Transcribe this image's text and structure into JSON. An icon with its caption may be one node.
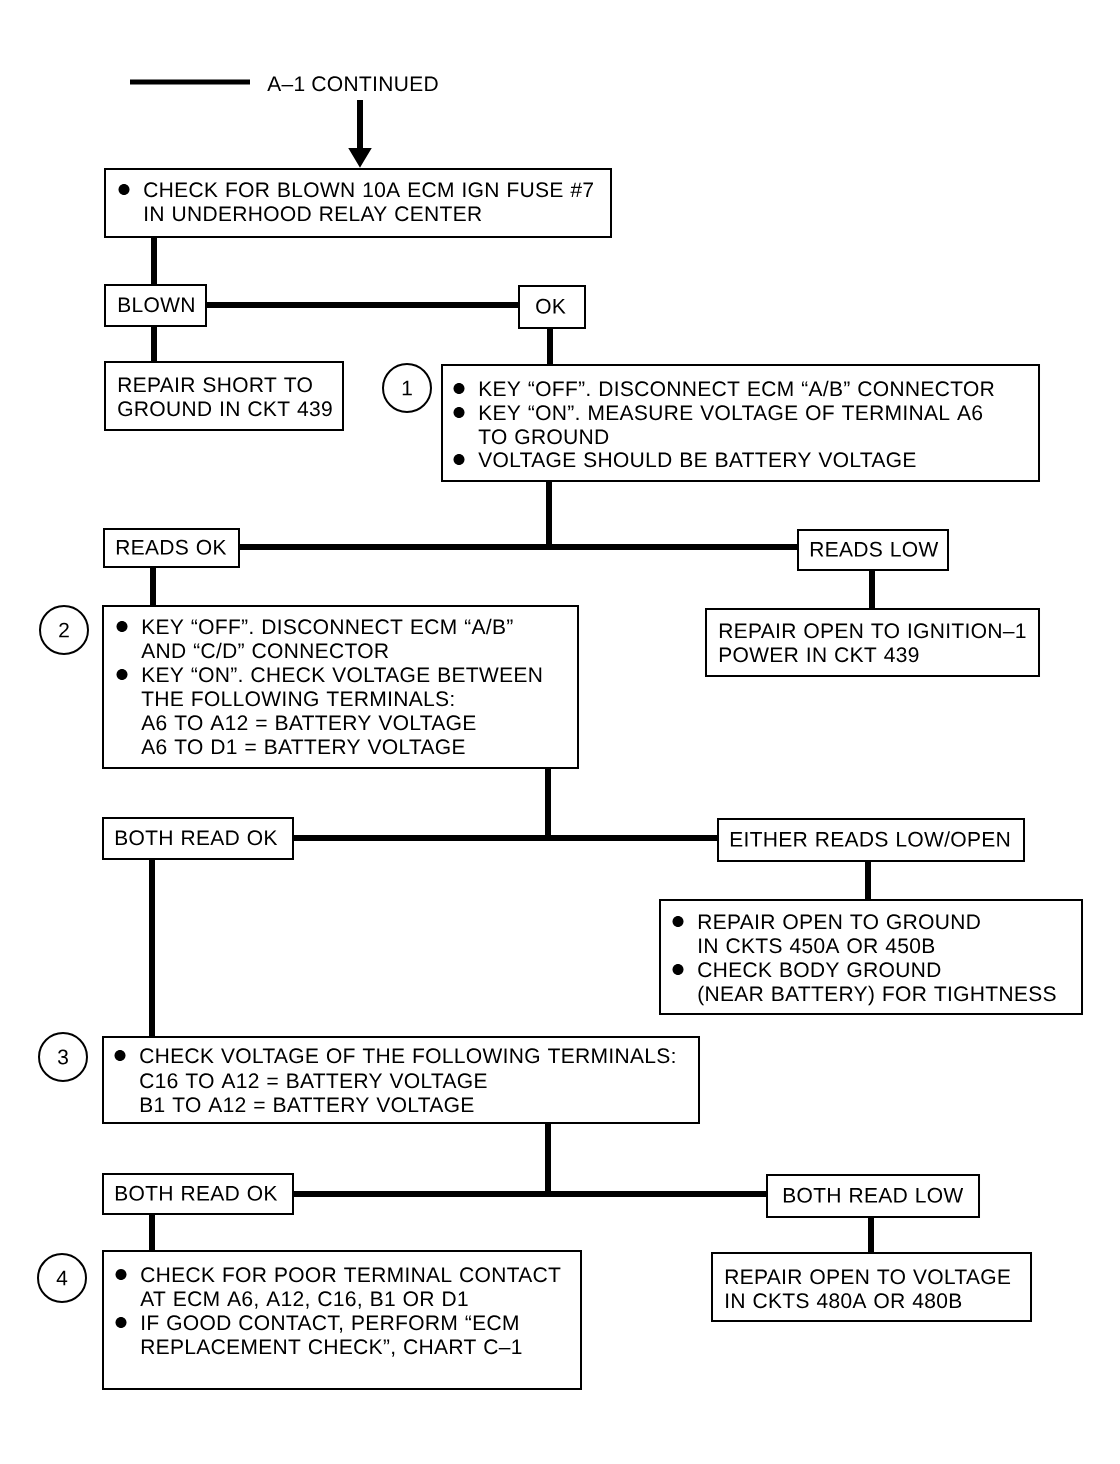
{
  "diagram": {
    "title": "A–1 CONTINUED",
    "nodes": [
      {
        "text": [
          "CHECK FOR BLOWN 10A ECM IGN FUSE #7 IN UNDERHOOD RELAY CENTER"
        ]
      },
      {
        "text": [
          "BLOWN"
        ]
      },
      {
        "text": [
          "OK"
        ]
      },
      {
        "text": [
          "REPAIR SHORT TO GROUND IN CKT 439"
        ]
      },
      {
        "text": [
          "1"
        ]
      },
      {
        "text": [
          "KEY “OFF”. DISCONNECT ECM “A/B” CONNECTOR",
          "KEY “ON”. MEASURE VOLTAGE OF TERMINAL A6 TO GROUND",
          "VOLTAGE SHOULD BE BATTERY VOLTAGE"
        ]
      },
      {
        "text": [
          "READS OK"
        ]
      },
      {
        "text": [
          "READS LOW"
        ]
      },
      {
        "text": [
          "2"
        ]
      },
      {
        "text": [
          "KEY “OFF”. DISCONNECT ECM “A/B” AND “C/D” CONNECTOR",
          "KEY “ON”. CHECK VOLTAGE BETWEEN THE FOLLOWING TERMINALS:",
          "A6 TO A12 = BATTERY VOLTAGE",
          "A6 TO D1 = BATTERY VOLTAGE"
        ]
      },
      {
        "text": [
          "REPAIR OPEN TO IGNITION–1 POWER IN CKT 439"
        ]
      },
      {
        "text": [
          "BOTH READ OK"
        ]
      },
      {
        "text": [
          "EITHER READS LOW/OPEN"
        ]
      },
      {
        "text": [
          "REPAIR OPEN TO GROUND IN CKTS 450A OR 450B",
          "CHECK BODY GROUND (NEAR BATTERY) FOR TIGHTNESS"
        ]
      },
      {
        "text": [
          "3"
        ]
      },
      {
        "text": [
          "CHECK VOLTAGE OF THE FOLLOWING TERMINALS:",
          "C16 TO A12 = BATTERY VOLTAGE",
          "B1 TO A12 = BATTERY VOLTAGE"
        ]
      },
      {
        "text": [
          "BOTH READ OK"
        ]
      },
      {
        "text": [
          "BOTH READ LOW"
        ]
      },
      {
        "text": [
          "4"
        ]
      },
      {
        "text": [
          "CHECK FOR POOR TERMINAL CONTACT AT ECM A6, A12, C16, B1 OR D1",
          "IF GOOD CONTACT, PERFORM “ECM REPLACEMENT CHECK”, CHART C–1"
        ]
      },
      {
        "text": [
          "REPAIR OPEN TO VOLTAGE IN CKTS 480A OR 480B"
        ]
      }
    ],
    "edges": [
      {
        "from": null,
        "to": 0,
        "arrow": "to"
      },
      {
        "from": 0,
        "to": 1,
        "arrow": "none"
      },
      {
        "from": 1,
        "to": 2,
        "arrow": "none"
      },
      {
        "from": 1,
        "to": 3,
        "arrow": "none"
      },
      {
        "from": 2,
        "to": 5,
        "arrow": "none"
      },
      {
        "from": 5,
        "to": 6,
        "arrow": "none"
      },
      {
        "from": 5,
        "to": 7,
        "arrow": "none"
      },
      {
        "from": 6,
        "to": 9,
        "arrow": "none"
      },
      {
        "from": 7,
        "to": 10,
        "arrow": "none"
      },
      {
        "from": 9,
        "to": 11,
        "arrow": "none"
      },
      {
        "from": 9,
        "to": 12,
        "arrow": "none"
      },
      {
        "from": 12,
        "to": 13,
        "arrow": "none"
      },
      {
        "from": 11,
        "to": 15,
        "arrow": "none"
      },
      {
        "from": 15,
        "to": 16,
        "arrow": "none"
      },
      {
        "from": 15,
        "to": 17,
        "arrow": "none"
      },
      {
        "from": 16,
        "to": 19,
        "arrow": "none"
      },
      {
        "from": 17,
        "to": 20,
        "arrow": "none"
      }
    ]
  }
}
